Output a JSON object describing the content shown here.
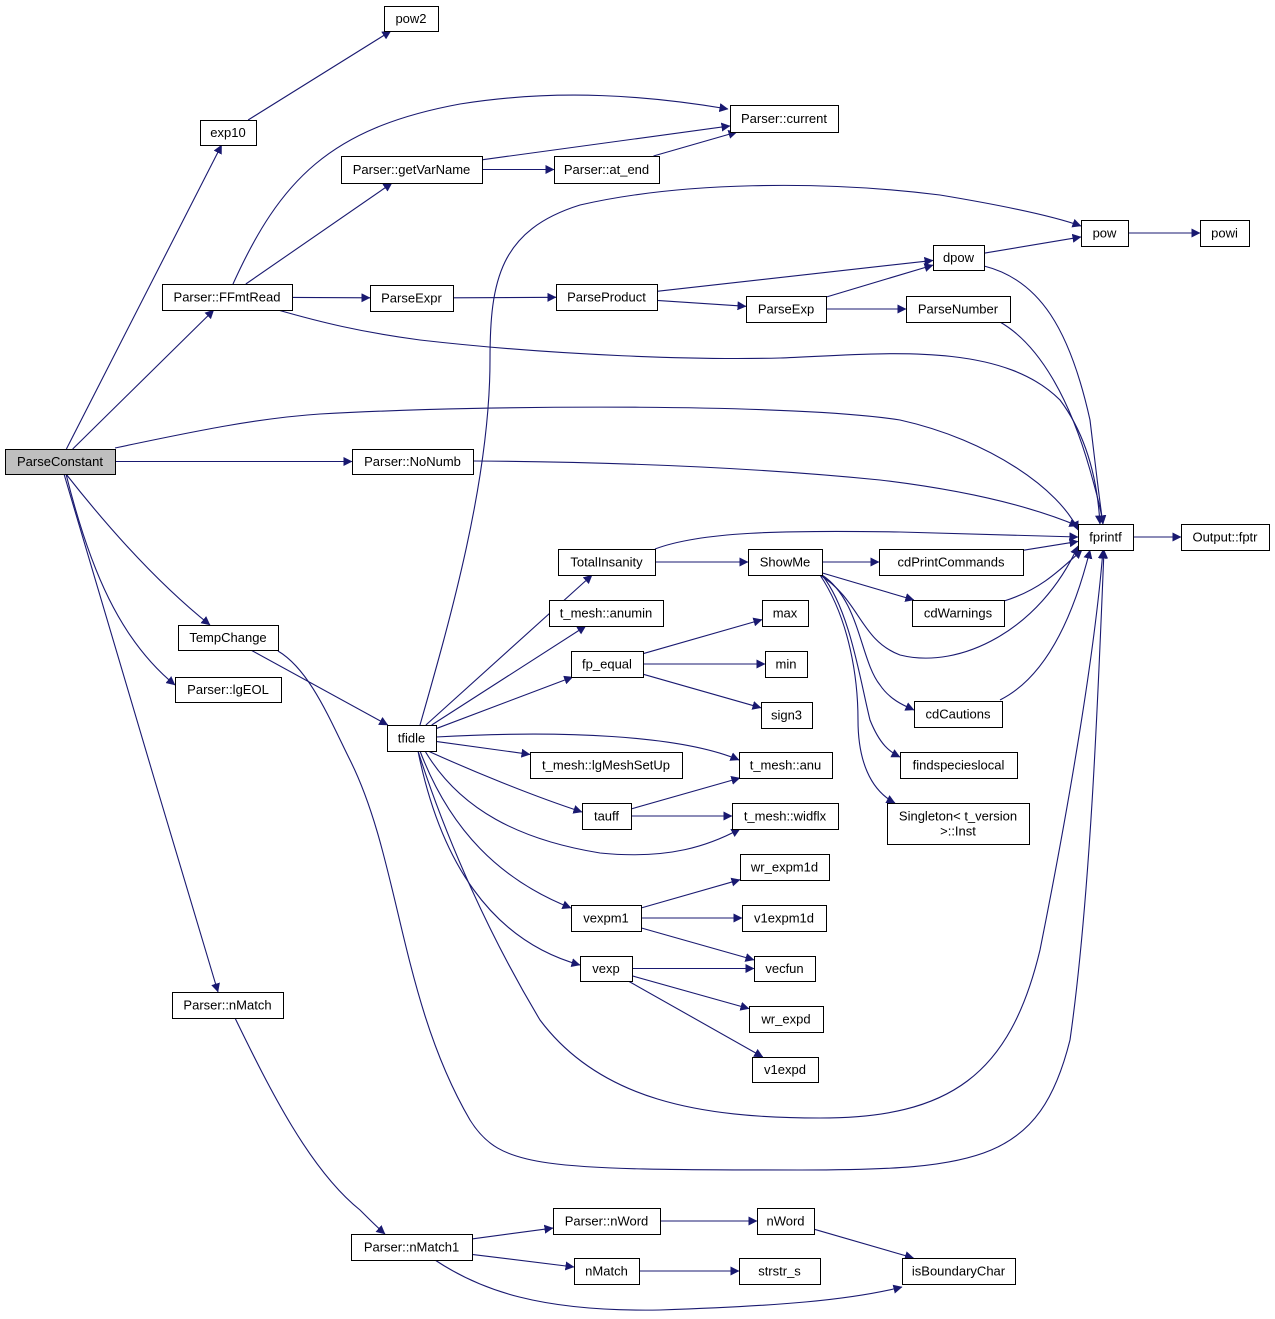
{
  "colors": {
    "edge": "#191970",
    "node_fill": "#ffffff",
    "node_border": "#000000",
    "root_fill": "#bfbfbf",
    "truncated_border": "#ff0000"
  },
  "nodes": [
    {
      "id": "ParseConstant",
      "label": "ParseConstant",
      "style": "root"
    },
    {
      "id": "pow2",
      "label": "pow2"
    },
    {
      "id": "exp10",
      "label": "exp10"
    },
    {
      "id": "Parser_current",
      "label": "Parser::current"
    },
    {
      "id": "Parser_getVarName",
      "label": "Parser::getVarName"
    },
    {
      "id": "Parser_at_end",
      "label": "Parser::at_end"
    },
    {
      "id": "pow",
      "label": "pow"
    },
    {
      "id": "powi",
      "label": "powi",
      "style": "truncated"
    },
    {
      "id": "dpow",
      "label": "dpow"
    },
    {
      "id": "Parser_FFmtRead",
      "label": "Parser::FFmtRead"
    },
    {
      "id": "ParseExpr",
      "label": "ParseExpr"
    },
    {
      "id": "ParseProduct",
      "label": "ParseProduct"
    },
    {
      "id": "ParseExp",
      "label": "ParseExp"
    },
    {
      "id": "ParseNumber",
      "label": "ParseNumber"
    },
    {
      "id": "Parser_NoNumb",
      "label": "Parser::NoNumb"
    },
    {
      "id": "fprintf",
      "label": "fprintf"
    },
    {
      "id": "Output_fptr",
      "label": "Output::fptr"
    },
    {
      "id": "TotalInsanity",
      "label": "TotalInsanity"
    },
    {
      "id": "ShowMe",
      "label": "ShowMe"
    },
    {
      "id": "cdPrintCommands",
      "label": "cdPrintCommands"
    },
    {
      "id": "cdWarnings",
      "label": "cdWarnings"
    },
    {
      "id": "t_mesh_anumin",
      "label": "t_mesh::anumin"
    },
    {
      "id": "max",
      "label": "max"
    },
    {
      "id": "fp_equal",
      "label": "fp_equal"
    },
    {
      "id": "min",
      "label": "min"
    },
    {
      "id": "TempChange",
      "label": "TempChange"
    },
    {
      "id": "Parser_lgEOL",
      "label": "Parser::lgEOL"
    },
    {
      "id": "sign3",
      "label": "sign3"
    },
    {
      "id": "cdCautions",
      "label": "cdCautions"
    },
    {
      "id": "tfidle",
      "label": "tfidle"
    },
    {
      "id": "t_mesh_lgMeshSetUp",
      "label": "t_mesh::lgMeshSetUp"
    },
    {
      "id": "t_mesh_anu",
      "label": "t_mesh::anu"
    },
    {
      "id": "findspecieslocal",
      "label": "findspecieslocal",
      "style": "truncated"
    },
    {
      "id": "tauff",
      "label": "tauff"
    },
    {
      "id": "t_mesh_widflx",
      "label": "t_mesh::widflx"
    },
    {
      "id": "Singleton_Inst",
      "label": "Singleton< t_version",
      "label2": ">::Inst"
    },
    {
      "id": "wr_expm1d",
      "label": "wr_expm1d"
    },
    {
      "id": "vexpm1",
      "label": "vexpm1"
    },
    {
      "id": "v1expm1d",
      "label": "v1expm1d"
    },
    {
      "id": "vexp",
      "label": "vexp"
    },
    {
      "id": "vecfun",
      "label": "vecfun"
    },
    {
      "id": "wr_expd",
      "label": "wr_expd"
    },
    {
      "id": "v1expd",
      "label": "v1expd"
    },
    {
      "id": "Parser_nMatch",
      "label": "Parser::nMatch"
    },
    {
      "id": "Parser_nWord",
      "label": "Parser::nWord"
    },
    {
      "id": "nWord",
      "label": "nWord"
    },
    {
      "id": "Parser_nMatch1",
      "label": "Parser::nMatch1"
    },
    {
      "id": "isBoundaryChar",
      "label": "isBoundaryChar"
    },
    {
      "id": "nMatch",
      "label": "nMatch"
    },
    {
      "id": "strstr_s",
      "label": "strstr_s"
    }
  ],
  "edges": [
    [
      "ParseConstant",
      "exp10"
    ],
    [
      "ParseConstant",
      "Parser_FFmtRead"
    ],
    [
      "ParseConstant",
      "fprintf"
    ],
    [
      "ParseConstant",
      "Parser_NoNumb"
    ],
    [
      "ParseConstant",
      "TempChange"
    ],
    [
      "ParseConstant",
      "Parser_lgEOL"
    ],
    [
      "ParseConstant",
      "Parser_nMatch"
    ],
    [
      "exp10",
      "pow2"
    ],
    [
      "Parser_FFmtRead",
      "Parser_current"
    ],
    [
      "Parser_FFmtRead",
      "Parser_getVarName"
    ],
    [
      "Parser_FFmtRead",
      "ParseExpr"
    ],
    [
      "Parser_FFmtRead",
      "fprintf"
    ],
    [
      "Parser_getVarName",
      "Parser_current"
    ],
    [
      "Parser_getVarName",
      "Parser_at_end"
    ],
    [
      "Parser_at_end",
      "Parser_current"
    ],
    [
      "ParseExpr",
      "ParseProduct"
    ],
    [
      "ParseProduct",
      "dpow"
    ],
    [
      "ParseProduct",
      "ParseExp"
    ],
    [
      "ParseExp",
      "dpow"
    ],
    [
      "ParseExp",
      "ParseNumber"
    ],
    [
      "dpow",
      "pow"
    ],
    [
      "dpow",
      "fprintf"
    ],
    [
      "pow",
      "powi"
    ],
    [
      "ParseNumber",
      "fprintf"
    ],
    [
      "Parser_NoNumb",
      "fprintf"
    ],
    [
      "fprintf",
      "Output_fptr"
    ],
    [
      "TempChange",
      "tfidle"
    ],
    [
      "TempChange",
      "fprintf"
    ],
    [
      "tfidle",
      "pow"
    ],
    [
      "tfidle",
      "TotalInsanity"
    ],
    [
      "tfidle",
      "t_mesh_anumin"
    ],
    [
      "tfidle",
      "fp_equal"
    ],
    [
      "tfidle",
      "t_mesh_lgMeshSetUp"
    ],
    [
      "tfidle",
      "t_mesh_anu"
    ],
    [
      "tfidle",
      "tauff"
    ],
    [
      "tfidle",
      "t_mesh_widflx"
    ],
    [
      "tfidle",
      "vexpm1"
    ],
    [
      "tfidle",
      "vexp"
    ],
    [
      "tfidle",
      "fprintf"
    ],
    [
      "TotalInsanity",
      "fprintf"
    ],
    [
      "TotalInsanity",
      "ShowMe"
    ],
    [
      "ShowMe",
      "cdPrintCommands"
    ],
    [
      "ShowMe",
      "cdWarnings"
    ],
    [
      "ShowMe",
      "fprintf"
    ],
    [
      "ShowMe",
      "cdCautions"
    ],
    [
      "ShowMe",
      "findspecieslocal"
    ],
    [
      "ShowMe",
      "Singleton_Inst"
    ],
    [
      "cdPrintCommands",
      "fprintf"
    ],
    [
      "cdWarnings",
      "fprintf"
    ],
    [
      "cdCautions",
      "fprintf"
    ],
    [
      "fp_equal",
      "max"
    ],
    [
      "fp_equal",
      "min"
    ],
    [
      "fp_equal",
      "sign3"
    ],
    [
      "tauff",
      "t_mesh_anu"
    ],
    [
      "tauff",
      "t_mesh_widflx"
    ],
    [
      "vexpm1",
      "wr_expm1d"
    ],
    [
      "vexpm1",
      "v1expm1d"
    ],
    [
      "vexpm1",
      "vecfun"
    ],
    [
      "vexp",
      "vecfun"
    ],
    [
      "vexp",
      "wr_expd"
    ],
    [
      "vexp",
      "v1expd"
    ],
    [
      "Parser_nMatch",
      "Parser_nMatch1"
    ],
    [
      "Parser_nMatch1",
      "Parser_nWord"
    ],
    [
      "Parser_nMatch1",
      "nMatch"
    ],
    [
      "Parser_nMatch1",
      "isBoundaryChar"
    ],
    [
      "Parser_nWord",
      "nWord"
    ],
    [
      "nWord",
      "isBoundaryChar"
    ],
    [
      "nMatch",
      "strstr_s"
    ]
  ]
}
